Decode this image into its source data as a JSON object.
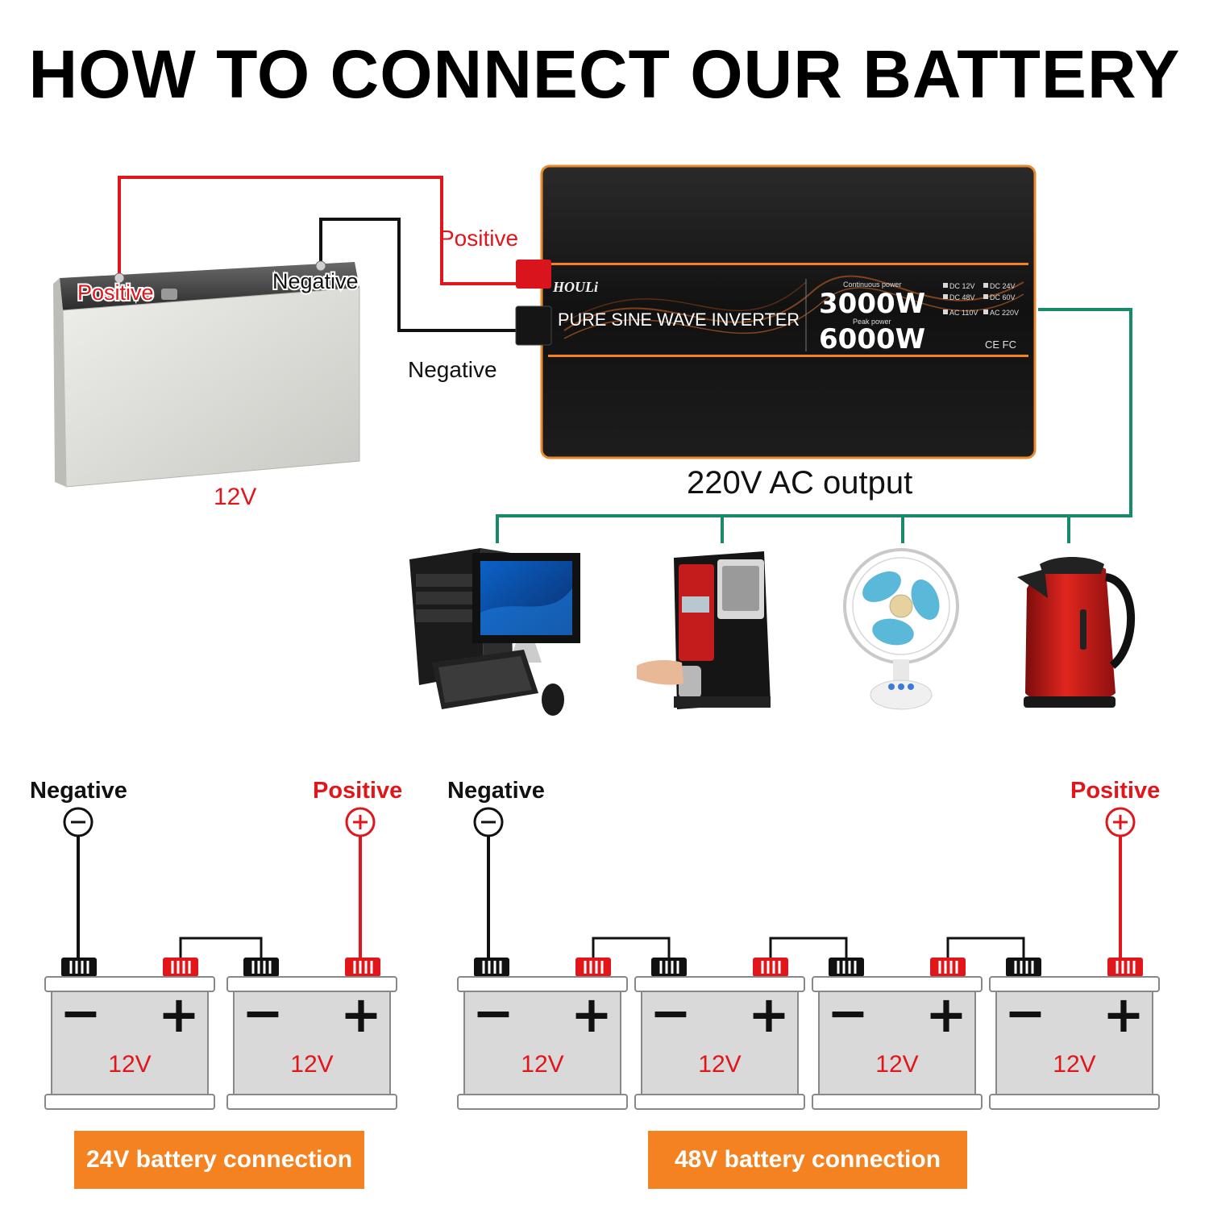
{
  "title": "HOW TO CONNECT OUR BATTERY",
  "colors": {
    "positive": "#e0161b",
    "negative": "#111111",
    "ac_line": "#168a6a",
    "badge": "#f58220",
    "inverter_accent": "#f58220",
    "battery_body": "#d9d9d9"
  },
  "top_section": {
    "battery_voltage": "12V",
    "battery_terminal_positive": "Positive",
    "battery_terminal_negative": "Negative",
    "inverter_wire_positive": "Positive",
    "inverter_wire_negative": "Negative",
    "ac_output": "220V AC output",
    "inverter": {
      "brand": "HOULi",
      "product": "PURE SINE WAVE INVERTER",
      "continuous_label": "Continuous power",
      "continuous_value": "3000W",
      "peak_label": "Peak power",
      "peak_value": "6000W",
      "specs": [
        "DC 12V",
        "DC 24V",
        "DC 48V",
        "DC 60V",
        "AC 110V",
        "AC 220V"
      ],
      "certs": "CE FC"
    },
    "appliances": [
      "desktop-computer-icon",
      "coffee-maker-icon",
      "desk-fan-icon",
      "electric-kettle-icon"
    ]
  },
  "connection_24v": {
    "negative_label": "Negative",
    "positive_label": "Positive",
    "minus_symbol": "−",
    "plus_symbol": "+",
    "batteries": [
      "12V",
      "12V"
    ],
    "caption": "24V battery connection"
  },
  "connection_48v": {
    "negative_label": "Negative",
    "positive_label": "Positive",
    "minus_symbol": "−",
    "plus_symbol": "+",
    "batteries": [
      "12V",
      "12V",
      "12V",
      "12V"
    ],
    "caption": "48V battery connection"
  }
}
